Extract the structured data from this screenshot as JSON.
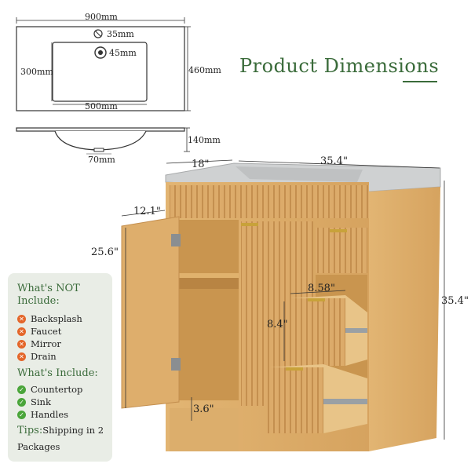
{
  "title": "Product Dimensions",
  "sink_top": {
    "width": "900mm",
    "depth": "460mm",
    "basin_depth": "300mm",
    "basin_width": "500mm",
    "faucet_hole": "35mm",
    "drain_hole": "45mm"
  },
  "sink_side": {
    "height": "140mm",
    "drain": "70mm"
  },
  "cabinet": {
    "depth": "18\"",
    "width": "35.4\"",
    "height": "35.4\"",
    "door_width": "12.1\"",
    "door_height": "25.6\"",
    "drawer_width": "8.58\"",
    "drawer_height": "8.4\"",
    "toe_kick": "3.6\""
  },
  "panel": {
    "not_included_title": "What's NOT Include:",
    "not_included": [
      "Backsplash",
      "Faucet",
      "Mirror",
      "Drain"
    ],
    "included_title": "What's Include:",
    "included": [
      "Countertop",
      "Sink",
      "Handles"
    ],
    "tips_label": "Tips:",
    "tips_text": "Shipping in 2 Packages"
  },
  "colors": {
    "accent": "#3a6b3a",
    "wood": "#d9a866",
    "countertop": "#c9cbcc",
    "x_icon": "#e4662a",
    "check_icon": "#4aa53a",
    "panel_bg": "#e9ede6"
  }
}
